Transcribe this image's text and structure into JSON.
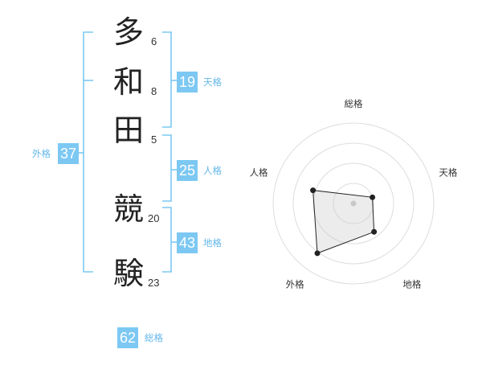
{
  "name": {
    "characters": [
      {
        "char": "多",
        "strokes": "6"
      },
      {
        "char": "和",
        "strokes": "8"
      },
      {
        "char": "田",
        "strokes": "5"
      },
      {
        "char": "競",
        "strokes": "20"
      },
      {
        "char": "験",
        "strokes": "23"
      }
    ]
  },
  "fortune": {
    "ten": {
      "value": "19",
      "label": "天格"
    },
    "jin": {
      "value": "25",
      "label": "人格"
    },
    "chi": {
      "value": "43",
      "label": "地格"
    },
    "gai": {
      "value": "37",
      "label": "外格"
    },
    "sou": {
      "value": "62",
      "label": "総格"
    }
  },
  "colors": {
    "accent": "#7cc8f3",
    "accent_text": "#63b7ea",
    "line": "#7cc8f3"
  },
  "chart_data": {
    "type": "radar",
    "axes": [
      "総格",
      "天格",
      "地格",
      "外格",
      "人格"
    ],
    "values": [
      0.0,
      0.2,
      0.4,
      0.75,
      0.5
    ],
    "rmax": 1,
    "rings": 4
  }
}
